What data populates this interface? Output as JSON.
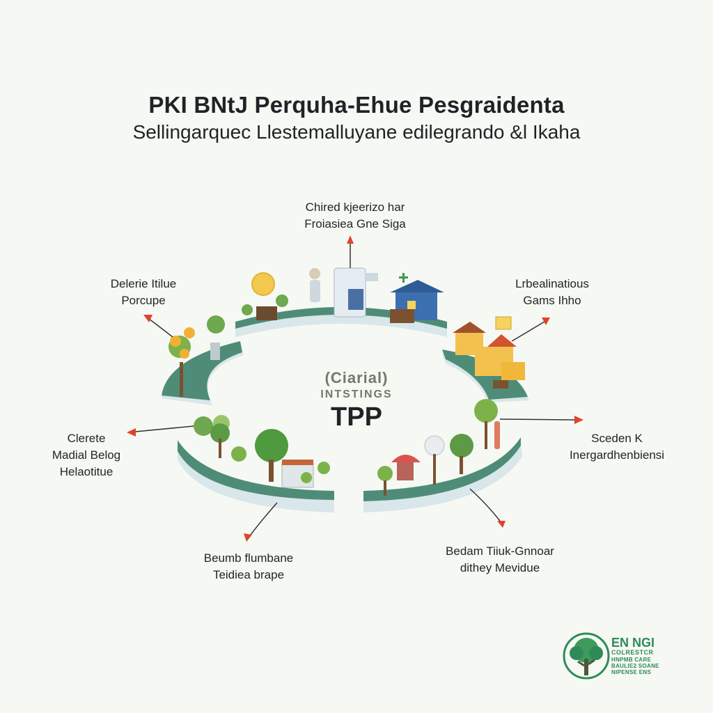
{
  "header": {
    "title": "PKI BNtJ Perquha-Ehue Pesgraidenta",
    "subtitle": "Sellingarquec Llestemalluyane edilegrando &l Ikaha"
  },
  "center": {
    "line1": "(Ciarial)",
    "line2": "INTSTINGS",
    "main": "TPP"
  },
  "labels": {
    "top": [
      "Chired kjeerizo har",
      "Froiasiea Gne Siga"
    ],
    "top_left": [
      "Delerie Itilue",
      "Porcupe"
    ],
    "top_right": [
      "Lrbealinatious",
      "Gams Ihho"
    ],
    "left": [
      "Clerete",
      "Madial Belog",
      "Helaotitue"
    ],
    "right": [
      "Sceden K",
      "Inergardhenbiensi"
    ],
    "bottom_left": [
      "Beumb flumbane",
      "Teidiea brape"
    ],
    "bottom_right": [
      "Bedam Tiiuk-Gnnoar",
      "dithey Mevidue"
    ]
  },
  "logo": {
    "line1": "EN NGI",
    "line2": "COLRESTCR",
    "line3": "HNPMB CARE",
    "line4": "BAULIE2 SOANE",
    "line5": "NIPENSE ENS"
  },
  "colors": {
    "platform_top": "#4f8c78",
    "platform_side": "#d9e6ea",
    "arrow": "#e0442a",
    "logo_green": "#2e8b57"
  }
}
